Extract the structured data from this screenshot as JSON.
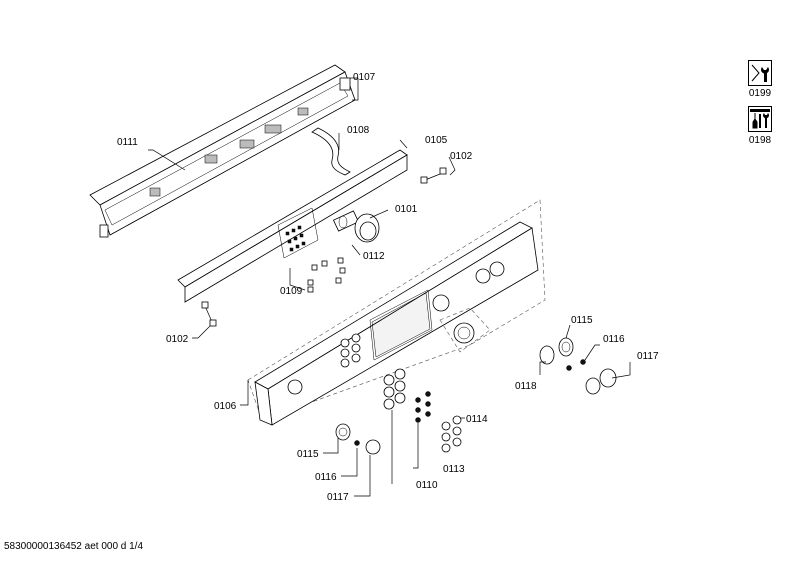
{
  "labels": {
    "p0107": "0107",
    "p0111": "0111",
    "p0108": "0108",
    "p0105": "0105",
    "p0102a": "0102",
    "p0101": "0101",
    "p0112": "0112",
    "p0109": "0109",
    "p0102b": "0102",
    "p0106": "0106",
    "p0115a": "0115",
    "p0116a": "0116",
    "p0117a": "0117",
    "p0110": "0110",
    "p0113": "0113",
    "p0114": "0114",
    "p0115b": "0115",
    "p0116b": "0116",
    "p0117b": "0117",
    "p0118": "0118"
  },
  "sidebar": {
    "tool_icon_label": "0199",
    "tools_icon_label": "0198"
  },
  "footer": {
    "doc_id": "58300000136452 aet 000 d 1/4"
  }
}
